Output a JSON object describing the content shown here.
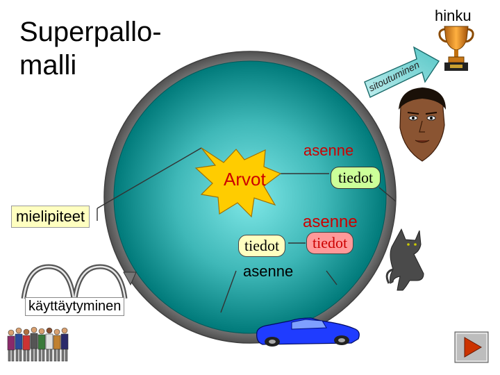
{
  "title": "Superpallo-\nmalli",
  "labels": {
    "hinku": "hinku",
    "sitoutuminen": "sitoutuminen",
    "asenne_top": "asenne",
    "tiedot_top": "tiedot",
    "arvot": "Arvot",
    "mielipiteet": "mielipiteet",
    "asenne_mid": "asenne",
    "tiedot_left": "tiedot",
    "tiedot_right": "tiedot",
    "asenne_bottom": "asenne",
    "kayttaytyminen": "käyttäytyminen"
  },
  "colors": {
    "sphere_center": "#7fe6e6",
    "sphere_edge": "#007f80",
    "ring": "#707070",
    "arrow": "#66cccc",
    "star": "#ffcc00",
    "label_red": "#cc0000",
    "car": "#1f3cff",
    "next_button": "#cc3300"
  },
  "icons": [
    "trophy-icon",
    "face-icon",
    "cat-icon",
    "car-icon",
    "people-icon",
    "next-arrow-icon"
  ]
}
